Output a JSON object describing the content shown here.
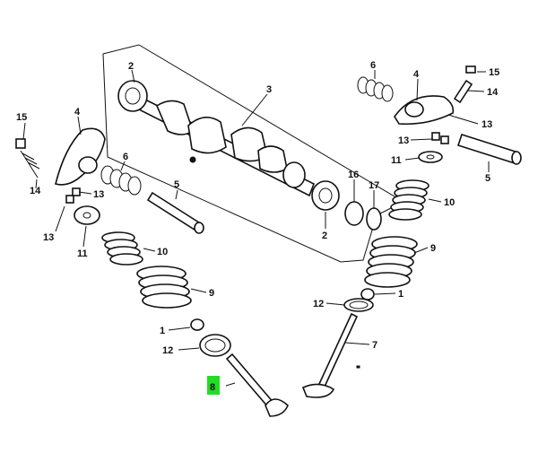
{
  "highlight_color": "#22dd22",
  "callouts": [
    {
      "id": "c-2a",
      "text": "2"
    },
    {
      "id": "c-3",
      "text": "3"
    },
    {
      "id": "c-6a",
      "text": "6"
    },
    {
      "id": "c-4a",
      "text": "4"
    },
    {
      "id": "c-15a",
      "text": "15"
    },
    {
      "id": "c-14a",
      "text": "14"
    },
    {
      "id": "c-13a",
      "text": "13"
    },
    {
      "id": "c-11a",
      "text": "11"
    },
    {
      "id": "c-5a",
      "text": "5"
    },
    {
      "id": "c-16",
      "text": "16"
    },
    {
      "id": "c-17",
      "text": "17"
    },
    {
      "id": "c-2b",
      "text": "2"
    },
    {
      "id": "c-10a",
      "text": "10"
    },
    {
      "id": "c-9a",
      "text": "9"
    },
    {
      "id": "c-1a",
      "text": "1"
    },
    {
      "id": "c-12a",
      "text": "12"
    },
    {
      "id": "c-7",
      "text": "7"
    },
    {
      "id": "c-15b",
      "text": "15"
    },
    {
      "id": "c-4b",
      "text": "4"
    },
    {
      "id": "c-6b",
      "text": "6"
    },
    {
      "id": "c-14b",
      "text": "14"
    },
    {
      "id": "c-13b",
      "text": "13"
    },
    {
      "id": "c-13c",
      "text": "13"
    },
    {
      "id": "c-11b",
      "text": "11"
    },
    {
      "id": "c-5b",
      "text": "5"
    },
    {
      "id": "c-13d",
      "text": "13"
    },
    {
      "id": "c-10b",
      "text": "10"
    },
    {
      "id": "c-9b",
      "text": "9"
    },
    {
      "id": "c-1b",
      "text": "1"
    },
    {
      "id": "c-12b",
      "text": "12"
    },
    {
      "id": "c-8",
      "text": "8",
      "highlighted": true
    }
  ]
}
